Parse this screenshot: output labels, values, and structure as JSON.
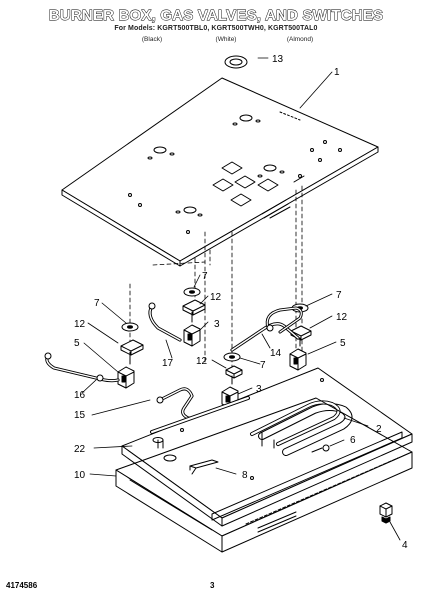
{
  "header": {
    "title": "BURNER BOX, GAS VALVES, AND SWITCHES",
    "subtitle": "For Models: KGRT500TBL0, KGRT500TWH0, KGRT500TAL0",
    "variants": [
      "(Black)",
      "(White)",
      "(Almond)"
    ]
  },
  "callouts": [
    "1",
    "2",
    "3",
    "3",
    "4",
    "5",
    "5",
    "6",
    "7",
    "7",
    "7",
    "7",
    "8",
    "10",
    "12",
    "12",
    "12",
    "12",
    "13",
    "14",
    "15",
    "16",
    "17",
    "22"
  ],
  "footer": {
    "doc_number": "4174586",
    "page_number": "3"
  }
}
